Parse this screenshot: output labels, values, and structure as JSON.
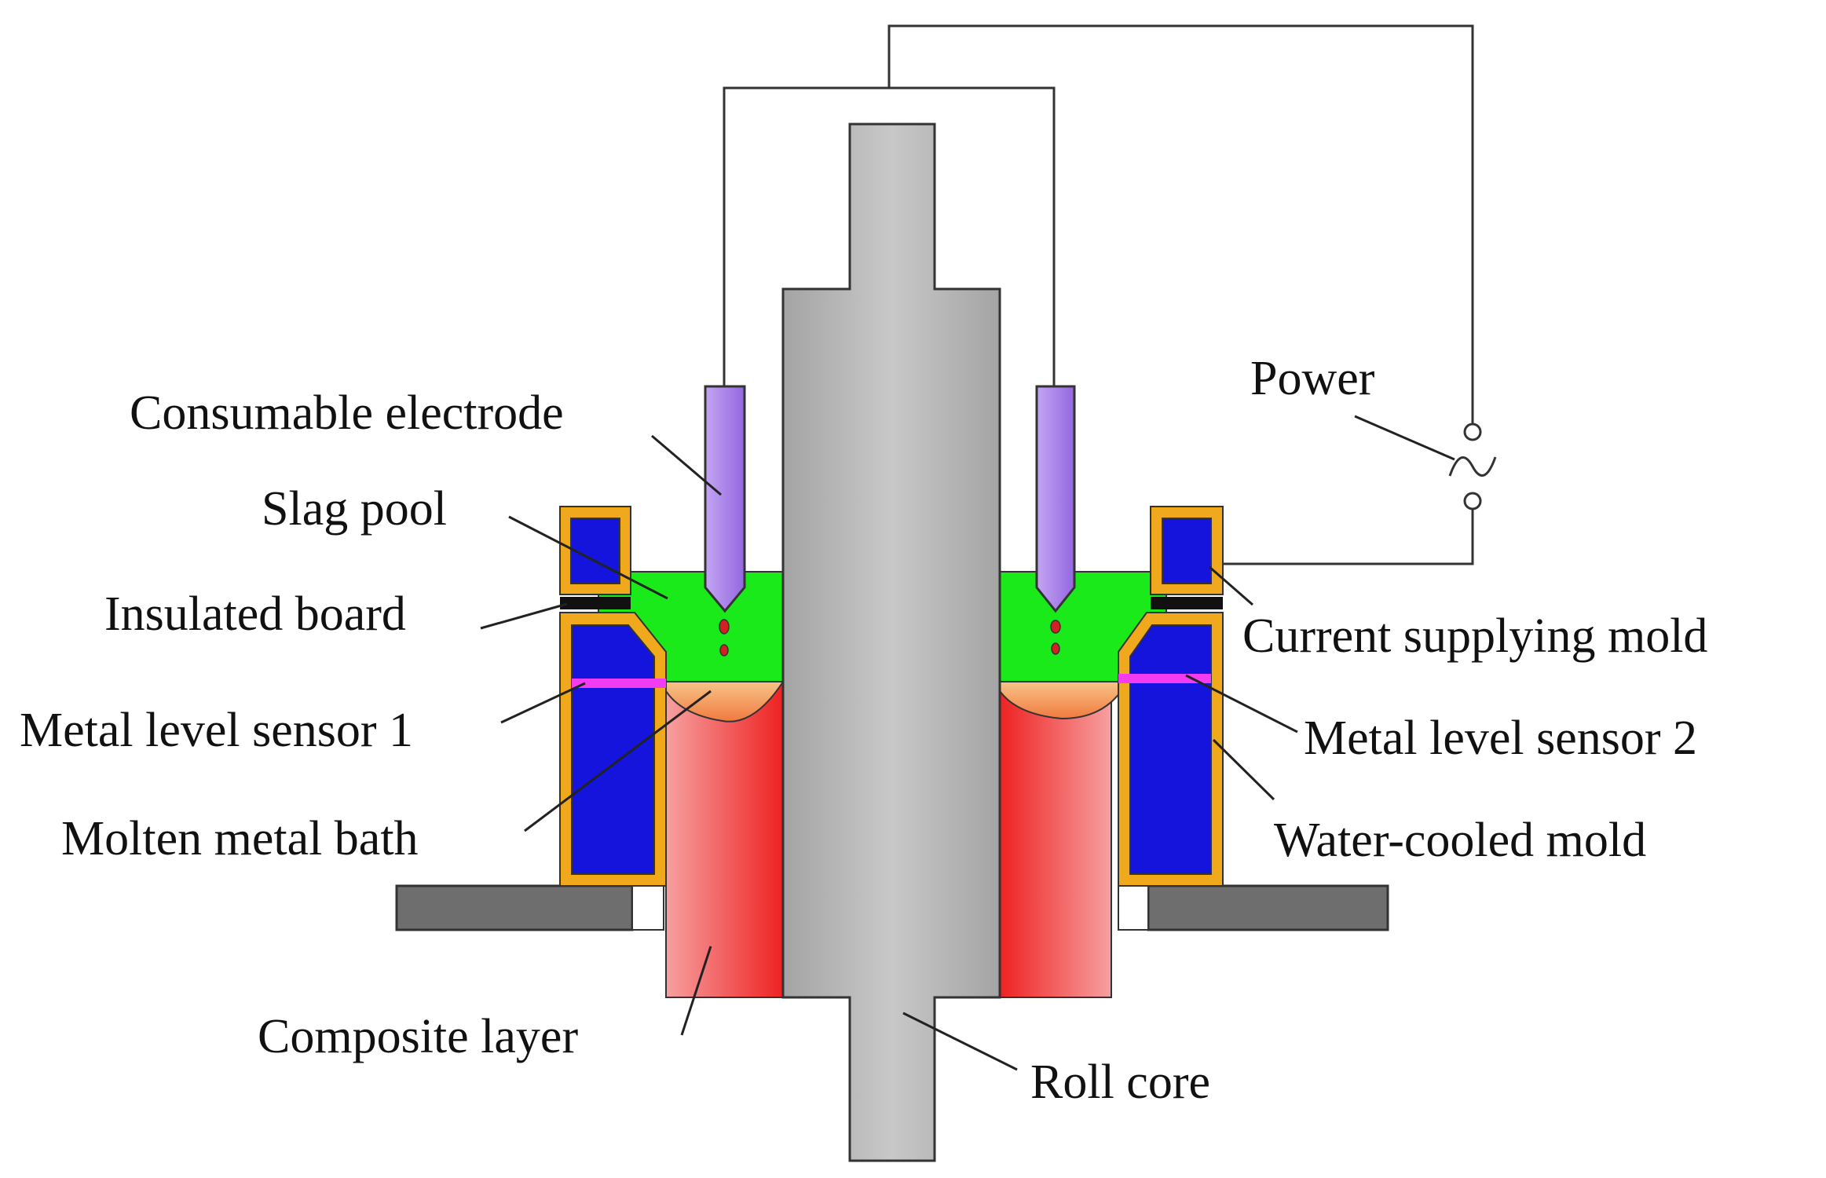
{
  "labels": {
    "consumable_electrode": "Consumable electrode",
    "slag_pool": "Slag pool",
    "insulated_board": "Insulated board",
    "metal_level_sensor_1": "Metal level sensor 1",
    "molten_metal_bath": "Molten metal bath",
    "composite_layer": "Composite layer",
    "roll_core": "Roll core",
    "power": "Power",
    "current_supplying_mold": "Current supplying mold",
    "metal_level_sensor_2": "Metal level sensor 2",
    "water_cooled_mold": "Water-cooled mold"
  },
  "colors": {
    "roll_core": "#b8b8b8",
    "slag_pool": "#1aea1a",
    "electrode": "#a97ee8",
    "composite_layer": "#f25252",
    "molten_bath": "#f5a05f",
    "mold_frame": "#f0a81c",
    "mold_cooling": "#1414dc",
    "sensor": "#f23cf2",
    "base_plate": "#6e6e6e",
    "droplet": "#d42020"
  }
}
